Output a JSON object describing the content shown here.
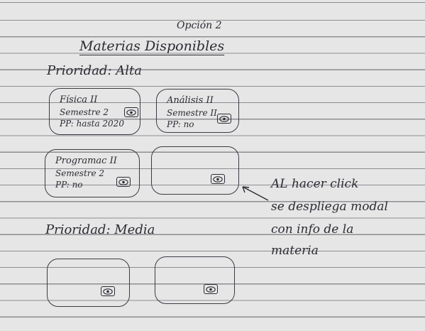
{
  "header": {
    "option_label": "Opción 2",
    "title": "Materias Disponibles"
  },
  "sections": {
    "high": {
      "label": "Prioridad: Alta"
    },
    "medium": {
      "label": "Prioridad: Media"
    }
  },
  "cards": [
    {
      "name": "Física II",
      "semester": "Semestre 2",
      "pp": "PP: hasta 2020"
    },
    {
      "name": "Análisis II",
      "semester": "Semestre II",
      "pp": "PP: no"
    },
    {
      "name": "Programac II",
      "semester": "Semestre 2",
      "pp": "PP: no"
    },
    {
      "name": "",
      "semester": "",
      "pp": ""
    },
    {
      "name": "",
      "semester": "",
      "pp": ""
    },
    {
      "name": "",
      "semester": "",
      "pp": ""
    }
  ],
  "annotation": {
    "line1": "AL hacer click",
    "line2": "se despliega modal",
    "line3": "con info de la",
    "line4": "materia"
  },
  "icons": {
    "view": "eye-icon",
    "pointer": "arrow-icon"
  }
}
